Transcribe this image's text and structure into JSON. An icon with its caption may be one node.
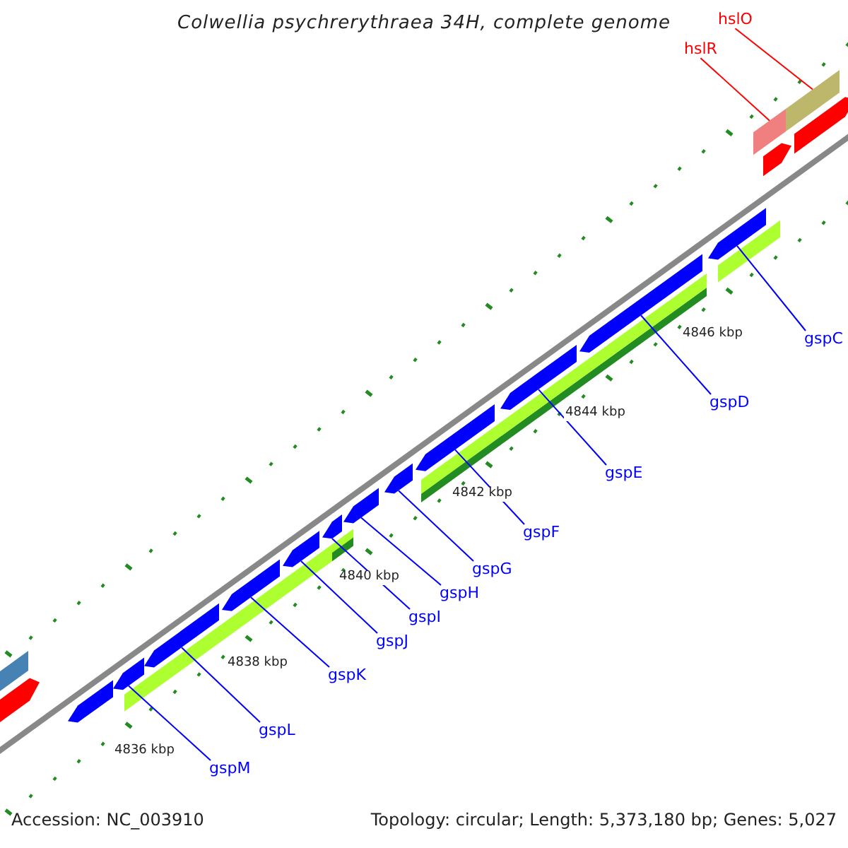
{
  "diagram": {
    "title": "Colwellia psychrerythraea 34H, complete genome",
    "nodes": [
      {
        "text": [
          "hslO"
        ]
      },
      {
        "text": [
          "hslR"
        ]
      },
      {
        "text": [
          "gspC"
        ]
      },
      {
        "text": [
          "gspD"
        ]
      },
      {
        "text": [
          "gspE"
        ]
      },
      {
        "text": [
          "gspF"
        ]
      },
      {
        "text": [
          "gspG"
        ]
      },
      {
        "text": [
          "gspH"
        ]
      },
      {
        "text": [
          "gspI"
        ]
      },
      {
        "text": [
          "gspJ"
        ]
      },
      {
        "text": [
          "gspK"
        ]
      },
      {
        "text": [
          "gspL"
        ]
      },
      {
        "text": [
          "gspM"
        ]
      },
      {
        "text": [],
        "shape": "bar"
      },
      {
        "text": [],
        "shape": "bar"
      },
      {
        "text": [],
        "shape": "bar"
      },
      {
        "text": [],
        "shape": "bar"
      },
      {
        "text": [],
        "shape": "bar"
      },
      {
        "text": [],
        "shape": "bar"
      },
      {
        "text": [],
        "shape": "bar"
      },
      {
        "text": [],
        "shape": "bar"
      },
      {
        "text": [],
        "shape": "bar"
      },
      {
        "text": [],
        "shape": "bar"
      },
      {
        "text": [],
        "shape": "bar"
      },
      {
        "text": [],
        "shape": "bar"
      },
      {
        "text": [],
        "shape": "bar"
      }
    ],
    "edges": [
      {
        "from": 0,
        "to": 25,
        "arrow": "none",
        "color": "#ff0000"
      },
      {
        "from": 1,
        "to": 24,
        "arrow": "none",
        "color": "#ff0000"
      },
      {
        "from": 2,
        "to": 23,
        "arrow": "none"
      },
      {
        "from": 3,
        "to": 22,
        "arrow": "none"
      },
      {
        "from": 4,
        "to": 21,
        "arrow": "none"
      },
      {
        "from": 5,
        "to": 20,
        "arrow": "none"
      },
      {
        "from": 6,
        "to": 19,
        "arrow": "none"
      },
      {
        "from": 7,
        "to": 18,
        "arrow": "none"
      },
      {
        "from": 8,
        "to": 17,
        "arrow": "none"
      },
      {
        "from": 9,
        "to": 16,
        "arrow": "none"
      },
      {
        "from": 10,
        "to": 15,
        "arrow": "none"
      },
      {
        "from": 11,
        "to": 14,
        "arrow": "none"
      },
      {
        "from": 12,
        "to": 13,
        "arrow": "none"
      }
    ],
    "labels": [
      "4846 kbp",
      "4844 kbp",
      "4842 kbp",
      "4840 kbp",
      "4838 kbp",
      "4836 kbp",
      "Accession: NC_003910",
      "Topology: circular; Length: 5,373,180 bp; Genes: 5,027"
    ]
  }
}
